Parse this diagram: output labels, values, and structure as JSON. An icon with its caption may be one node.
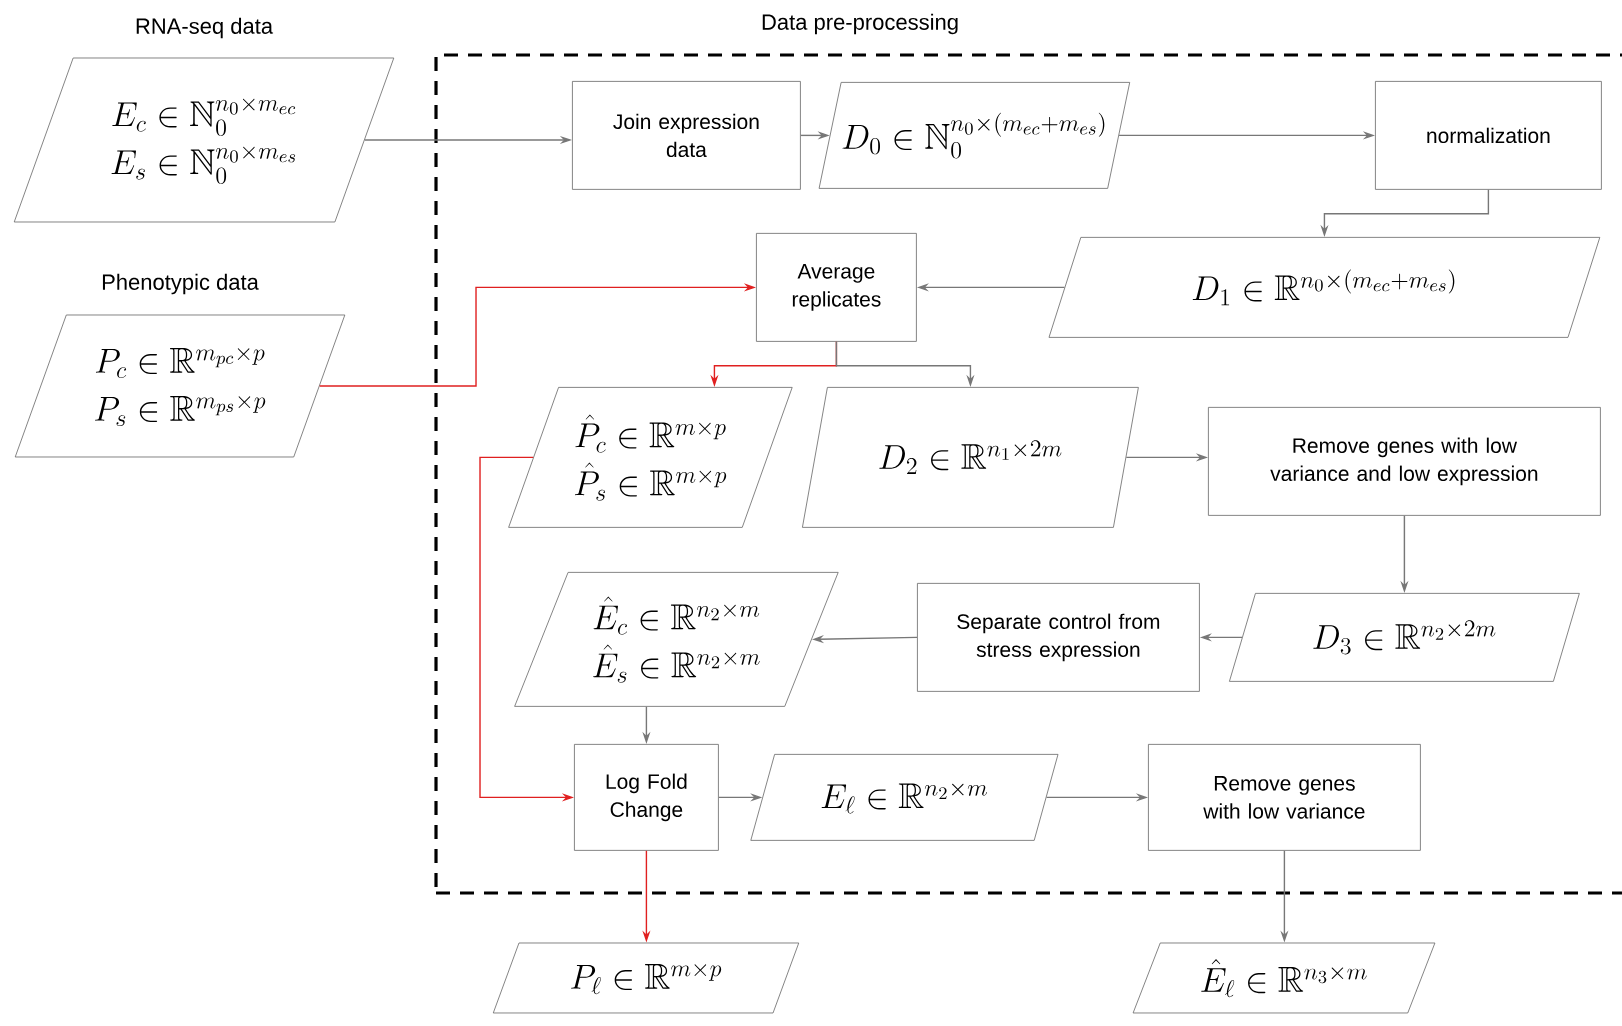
{
  "diagram": {
    "nodes": [
      {
        "text": [
          "RNA-seq data",
          "E_c \\in \\mathbb{N}_0^{n_0 \\times m_{ec}}",
          "E_s \\in \\mathbb{N}_0^{n_0 \\times m_{es}}"
        ]
      },
      {
        "text": [
          "Phenotypic data",
          "P_c \\in \\mathbb{R}^{m_{pc} \\times p}",
          "P_s \\in \\mathbb{R}^{m_{ps} \\times p}"
        ]
      },
      {
        "text": [
          "Data pre-processing"
        ]
      },
      {
        "text": [
          "Join expression data"
        ],
        "in": 2
      },
      {
        "text": [
          "D_0 \\in \\mathbb{N}_0^{n_0 \\times (m_{ec}+m_{es})}"
        ],
        "in": 2
      },
      {
        "text": [
          "normalization"
        ],
        "in": 2
      },
      {
        "text": [
          "D_1 \\in \\mathbb{R}^{n_0 \\times (m_{ec}+m_{es})}"
        ],
        "in": 2
      },
      {
        "text": [
          "Average replicates"
        ],
        "in": 2
      },
      {
        "text": [
          "\\hat{P}_c \\in \\mathbb{R}^{m \\times p}",
          "\\hat{P}_s \\in \\mathbb{R}^{m \\times p}"
        ],
        "in": 2
      },
      {
        "text": [
          "D_2 \\in \\mathbb{R}^{n_1 \\times 2m}"
        ],
        "in": 2
      },
      {
        "text": [
          "Remove genes with low variance and low expression"
        ],
        "in": 2
      },
      {
        "text": [
          "\\hat{E}_c \\in \\mathbb{R}^{n_2 \\times m}",
          "\\hat{E}_s \\in \\mathbb{R}^{n_2 \\times m}"
        ],
        "in": 2
      },
      {
        "text": [
          "Separate control from stress expression"
        ],
        "in": 2
      },
      {
        "text": [
          "D_3 \\in \\mathbb{R}^{n_2 \\times 2m}"
        ],
        "in": 2
      },
      {
        "text": [
          "Log Fold Change"
        ],
        "in": 2
      },
      {
        "text": [
          "E_\\ell \\in \\mathbb{R}^{n_2 \\times m}"
        ],
        "in": 2
      },
      {
        "text": [
          "Remove genes with low variance"
        ],
        "in": 2
      },
      {
        "text": [
          "P_\\ell \\in \\mathbb{R}^{m \\times p}"
        ]
      },
      {
        "text": [
          "\\hat{E}_\\ell \\in \\mathbb{R}^{n_3 \\times m}"
        ]
      }
    ],
    "edges": [
      {
        "from": 0,
        "to": 3,
        "arrow": "to"
      },
      {
        "from": 3,
        "to": 4,
        "arrow": "to"
      },
      {
        "from": 4,
        "to": 5,
        "arrow": "to"
      },
      {
        "from": 5,
        "to": 6,
        "arrow": "to"
      },
      {
        "from": 6,
        "to": 7,
        "arrow": "to"
      },
      {
        "from": 1,
        "to": 7,
        "arrow": "to",
        "color": "#e02020"
      },
      {
        "from": 7,
        "to": 8,
        "arrow": "to",
        "color": "#e02020"
      },
      {
        "from": 7,
        "to": 9,
        "arrow": "to"
      },
      {
        "from": 9,
        "to": 10,
        "arrow": "to"
      },
      {
        "from": 10,
        "to": 13,
        "arrow": "to"
      },
      {
        "from": 13,
        "to": 12,
        "arrow": "to"
      },
      {
        "from": 12,
        "to": 11,
        "arrow": "to"
      },
      {
        "from": 11,
        "to": 14,
        "arrow": "to"
      },
      {
        "from": 8,
        "to": 14,
        "arrow": "to",
        "color": "#e02020"
      },
      {
        "from": 14,
        "to": 15,
        "arrow": "to"
      },
      {
        "from": 15,
        "to": 16,
        "arrow": "to"
      },
      {
        "from": 14,
        "to": 17,
        "arrow": "to",
        "color": "#e02020"
      },
      {
        "from": 16,
        "to": 18,
        "arrow": "to"
      }
    ]
  }
}
